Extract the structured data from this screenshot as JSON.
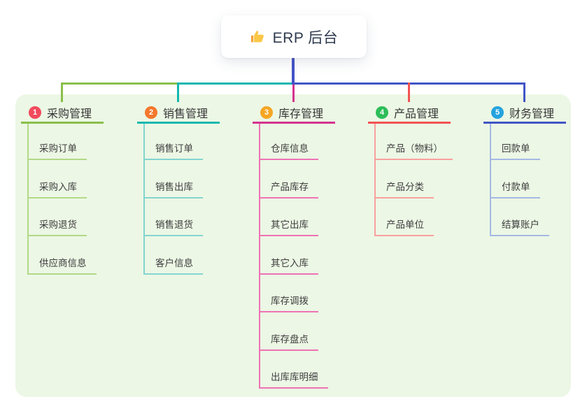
{
  "root": {
    "icon": "thumbs-up",
    "title": "ERP 后台",
    "line_color": "#4453c6"
  },
  "branches": [
    {
      "num": "1",
      "label": "采购管理",
      "badge_color": "#f2495c",
      "line_color": "#8abf4b",
      "light_color": "#b2d987",
      "items": [
        "采购订单",
        "采购入库",
        "采购退货",
        "供应商信息"
      ]
    },
    {
      "num": "2",
      "label": "销售管理",
      "badge_color": "#f4772c",
      "line_color": "#14b8b0",
      "light_color": "#82d5cf",
      "items": [
        "销售订单",
        "销售出库",
        "销售退货",
        "客户信息"
      ]
    },
    {
      "num": "3",
      "label": "库存管理",
      "badge_color": "#f5a623",
      "line_color": "#d4348d",
      "light_color": "#ef72b4",
      "items": [
        "仓库信息",
        "产品库存",
        "其它出库",
        "其它入库",
        "库存调拨",
        "库存盘点",
        "出库库明细"
      ]
    },
    {
      "num": "4",
      "label": "产品管理",
      "badge_color": "#2ebd59",
      "line_color": "#f25352",
      "light_color": "#f9a09e",
      "items": [
        "产品（物料）",
        "产品分类",
        "产品单位"
      ]
    },
    {
      "num": "5",
      "label": "财务管理",
      "badge_color": "#24a3de",
      "line_color": "#4156c6",
      "light_color": "#a4b9e4",
      "items": [
        "回款单",
        "付款单",
        "结算账户"
      ]
    }
  ]
}
